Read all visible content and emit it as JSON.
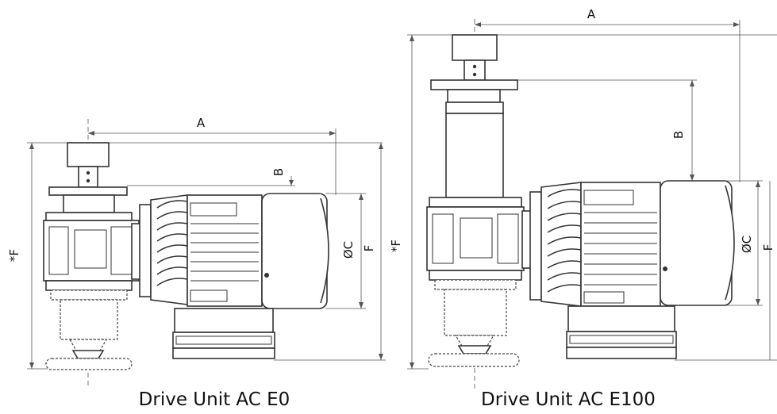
{
  "units": [
    {
      "caption": "Drive Unit AC E0",
      "labels": {
        "a": "A",
        "b": "B",
        "oc": "ØC",
        "f": "F",
        "star_f": "*F"
      }
    },
    {
      "caption": "Drive Unit AC E100",
      "labels": {
        "a": "A",
        "b": "B",
        "oc": "ØC",
        "f": "F",
        "star_f": "*F"
      }
    }
  ]
}
